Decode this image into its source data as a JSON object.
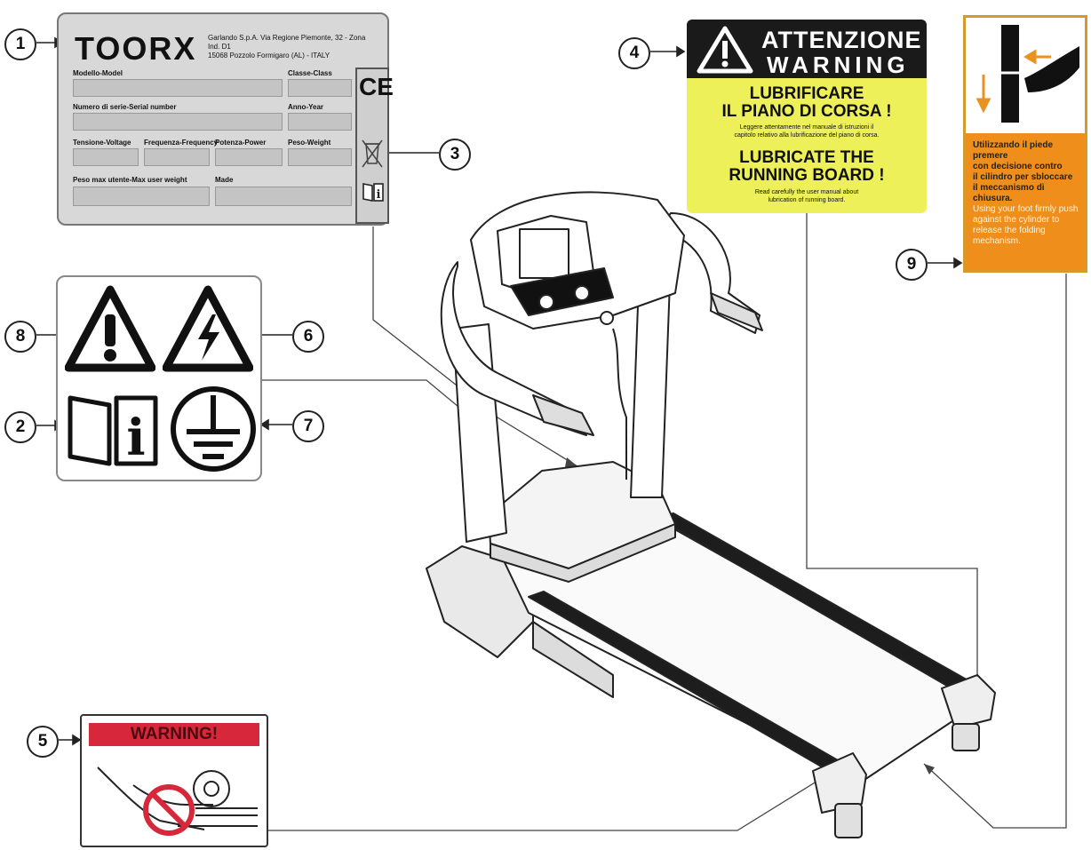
{
  "callouts": [
    "1",
    "2",
    "3",
    "4",
    "5",
    "6",
    "7",
    "8",
    "9"
  ],
  "label1": {
    "brand": "TOORX",
    "address_line1": "Garlando S.p.A. Via Regione Piemonte, 32 - Zona Ind. D1",
    "address_line2": "15068 Pozzolo Formigaro (AL) - ITALY",
    "fields": {
      "model": "Modello-Model",
      "class": "Classe-Class",
      "serial": "Numero di serie-Serial number",
      "year": "Anno-Year",
      "voltage": "Tensione-Voltage",
      "frequency": "Frequenza-Frequency",
      "power": "Potenza-Power",
      "weight": "Peso-Weight",
      "max_user": "Peso max utente-Max user weight",
      "made": "Made"
    },
    "ce_mark": "CE"
  },
  "label4": {
    "title_it": "ATTENZIONE",
    "title_en": "WARNING",
    "heading_it_1": "LUBRIFICARE",
    "heading_it_2": "IL PIANO DI CORSA !",
    "text_it_1": "Leggere attentamente nel manuale di istruzioni il",
    "text_it_2": "capitolo relativo alla lubrificazione del piano di corsa.",
    "heading_en_1": "LUBRICATE THE",
    "heading_en_2": "RUNNING BOARD !",
    "text_en_1": "Read carefully the user manual about",
    "text_en_2": "lubrication of running board."
  },
  "label5": {
    "title": "WARNING!"
  },
  "label9": {
    "text_it": [
      "Utilizzando il piede premere",
      "con decisione contro",
      "il cilindro per sbloccare",
      "il meccanismo di chiusura."
    ],
    "text_en": [
      "Using your foot firmly push",
      "against the cylinder to",
      "release the folding",
      "mechanism."
    ]
  },
  "icons": {
    "label3": "crossed-bin-icon",
    "label2": "read-manual-icon",
    "label6": "electric-hazard-icon",
    "label7": "ground-symbol-icon",
    "label8": "general-warning-icon",
    "label5": "no-hands-roller-icon"
  },
  "colors": {
    "warning_yellow": "#eef05a",
    "warning_black": "#1a1a1a",
    "warning_red": "#d6283a",
    "fold_orange": "#ef8e1a",
    "label_grey": "#d8d8d8"
  }
}
